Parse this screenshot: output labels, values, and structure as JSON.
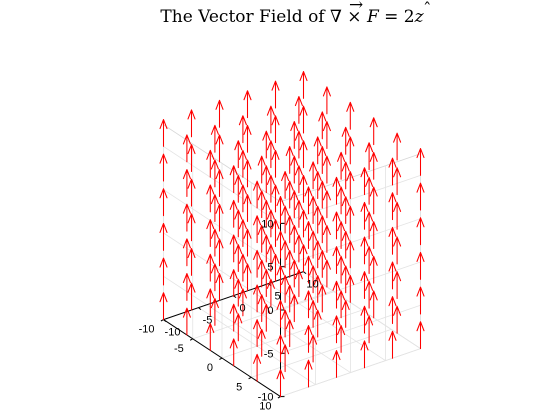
{
  "chart_data": {
    "type": "quiver3",
    "title": {
      "prefix": "The Vector Field of ",
      "nabla": "∇",
      "times": " × ",
      "vec_arrow": "→",
      "F": "F",
      "equals": " = 2",
      "hat": "ˆ",
      "z": "z"
    },
    "xlim": [
      -10,
      10
    ],
    "ylim": [
      -10,
      10
    ],
    "zlim": [
      -10,
      12.5
    ],
    "x_values": [
      -10,
      -6,
      -2,
      2,
      6,
      10
    ],
    "y_values": [
      -10,
      -6,
      -2,
      2,
      6,
      10
    ],
    "z_values": [
      -10,
      -6,
      -2,
      2,
      6,
      10
    ],
    "vector": {
      "u": 0,
      "v": 0,
      "w": 2
    },
    "x_ticks": [
      -10,
      -5,
      0,
      5,
      10
    ],
    "y_ticks": [
      -10,
      -5,
      0,
      5,
      10
    ],
    "z_ticks": [
      -10,
      -5,
      0,
      5,
      10
    ],
    "x_tick_labels": [
      "-10",
      "-5",
      "0",
      "5",
      "10"
    ],
    "y_tick_labels": [
      "-10",
      "-5",
      "0",
      "5",
      "10"
    ],
    "z_tick_labels": [
      "-10",
      "-5",
      "0",
      "5",
      "10"
    ],
    "grid": true,
    "arrow_color": "#ff0000",
    "view": {
      "azimuth": -37.5,
      "elevation": 30
    }
  }
}
